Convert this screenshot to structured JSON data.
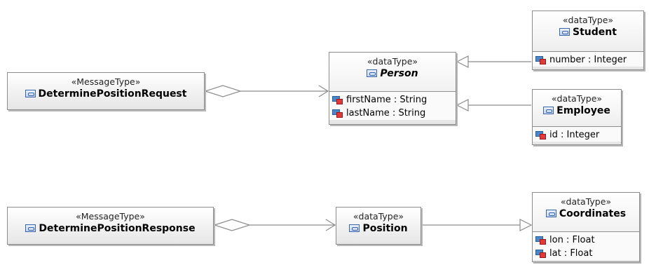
{
  "classes": {
    "request": {
      "stereotype": "«MessageType»",
      "name": "DeterminePositionRequest"
    },
    "response": {
      "stereotype": "«MessageType»",
      "name": "DeterminePositionResponse"
    },
    "person": {
      "stereotype": "«dataType»",
      "name": "Person",
      "attributes": [
        "firstName : String",
        "lastName : String"
      ]
    },
    "student": {
      "stereotype": "«dataType»",
      "name": "Student",
      "attributes": [
        "number : Integer"
      ]
    },
    "employee": {
      "stereotype": "«dataType»",
      "name": "Employee",
      "attributes": [
        "id : Integer"
      ]
    },
    "position": {
      "stereotype": "«dataType»",
      "name": "Position"
    },
    "coordinates": {
      "stereotype": "«dataType»",
      "name": "Coordinates",
      "attributes": [
        "lon : Float",
        "lat : Float"
      ]
    }
  },
  "colors": {
    "class_border": "#8c8c8c",
    "connector": "#8c8c8c",
    "attr_icon_blue": "#4a86c8",
    "attr_icon_red": "#e23a3a"
  }
}
